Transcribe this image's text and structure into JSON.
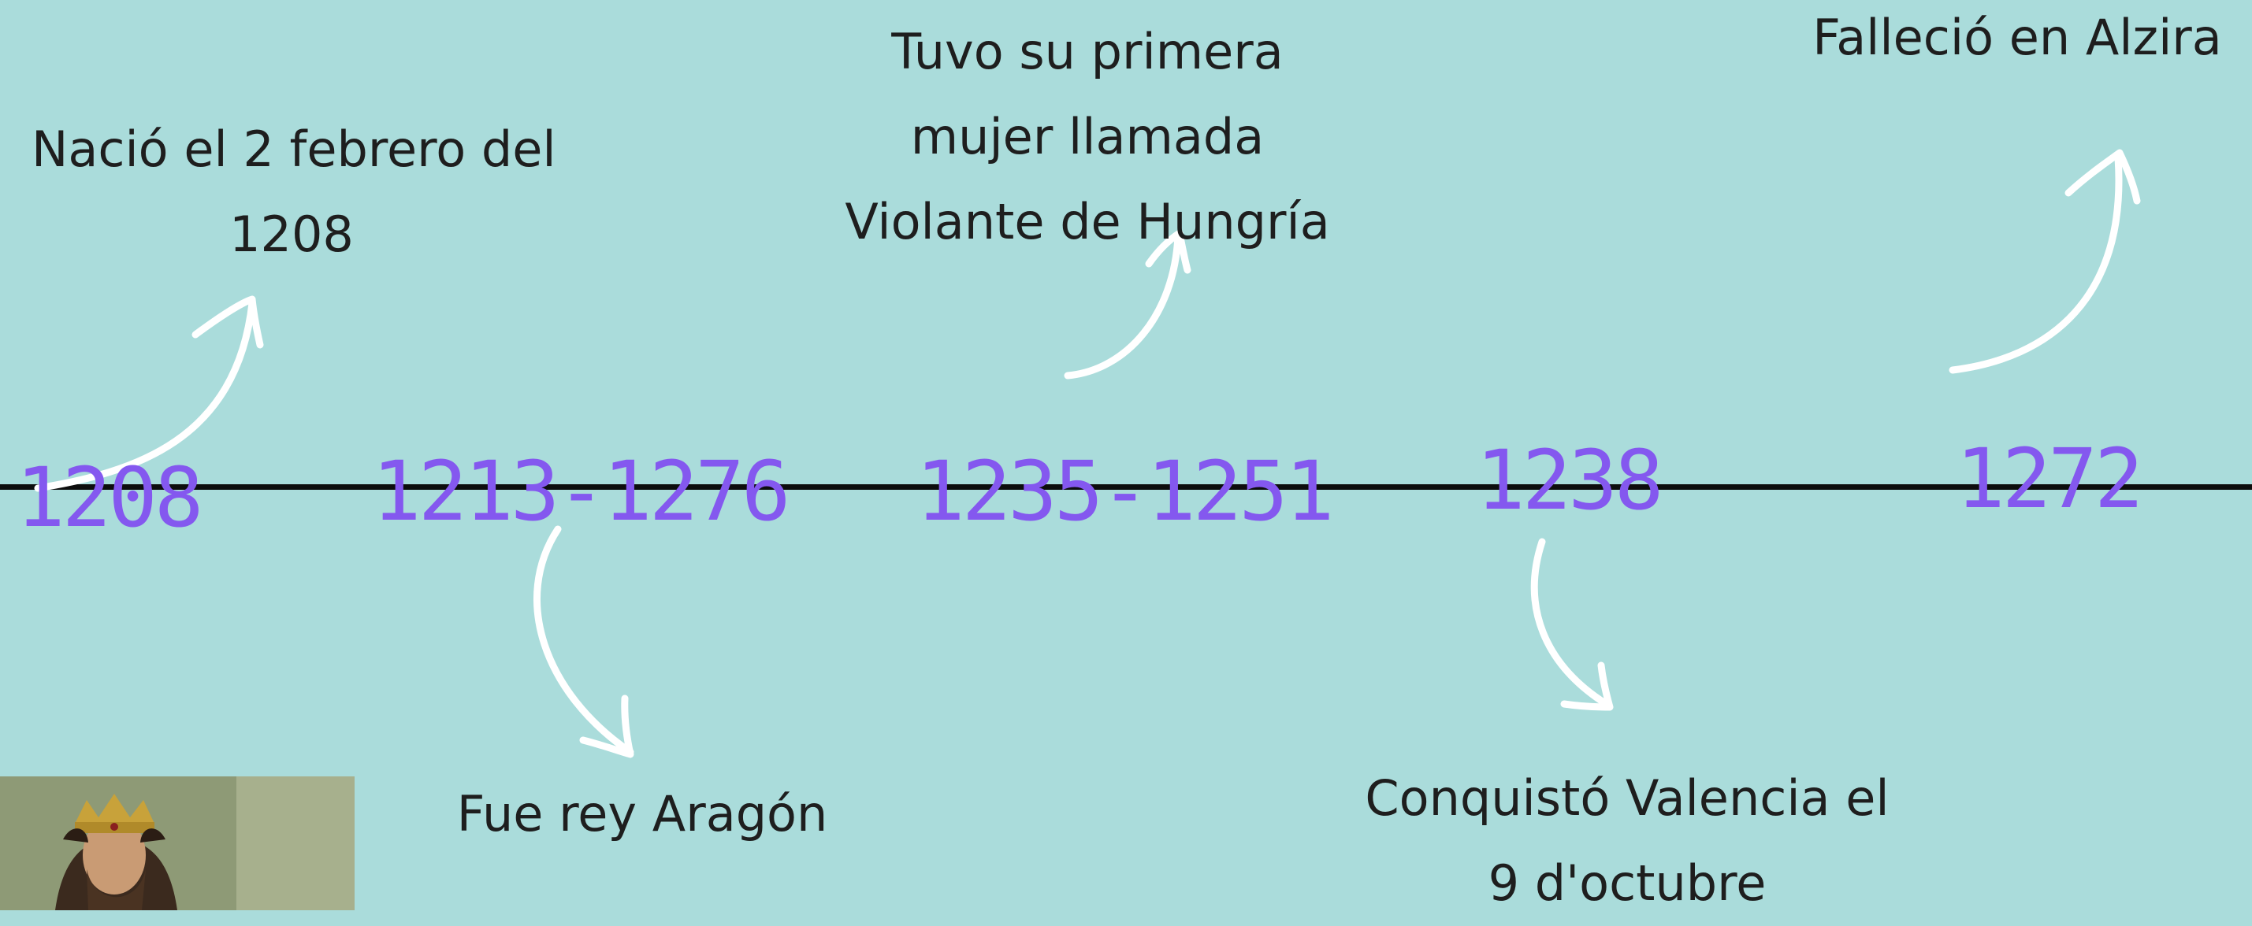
{
  "background_color": "#aadcdb",
  "year_color": "#8458ef",
  "events": [
    {
      "year": "1208",
      "note_lines": [
        "Nació el 2 febrero del",
        "1208"
      ]
    },
    {
      "year": "1213-1276",
      "note_lines": [
        "Fue rey Aragón"
      ]
    },
    {
      "year": "1235-1251",
      "note_lines": [
        "Tuvo su primera",
        "mujer llamada",
        "Violante de Hungría"
      ]
    },
    {
      "year": "1238",
      "note_lines": [
        "Conquistó Valencia el",
        "9 d'octubre"
      ]
    },
    {
      "year": "1272",
      "note_lines": [
        "Falleció en Alzira"
      ]
    }
  ],
  "portrait": {
    "icon": "king-portrait-icon"
  }
}
